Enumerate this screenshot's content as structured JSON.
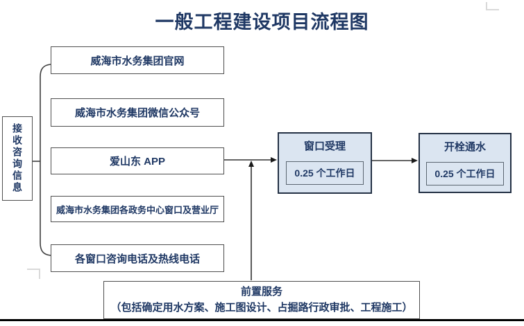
{
  "title": "一般工程建设项目流程图",
  "colors": {
    "text_navy": "#1F3864",
    "process_fill": "#DBE5F1",
    "process_border": "#233044",
    "box_border": "#4d4d4d",
    "connector": "#303030",
    "bottom_rule": "#000000"
  },
  "receive_box": {
    "label": "接收咨询信息"
  },
  "channel_boxes": [
    {
      "label": "威海市水务集团官网"
    },
    {
      "label": "威海市水务集团微信公众号"
    },
    {
      "label": "爱山东 APP"
    },
    {
      "label": "威海市水务集团各政务中心窗口及营业厅"
    },
    {
      "label": "各窗口咨询电话及热线电话"
    }
  ],
  "process_boxes": [
    {
      "title": "窗口受理",
      "duration": "0.25 个工作日"
    },
    {
      "title": "开栓通水",
      "duration": "0.25 个工作日"
    }
  ],
  "pre_service_box": {
    "title": "前置服务",
    "detail": "（包括确定用水方案、施工图设计、占掘路行政审批、工程施工）"
  }
}
